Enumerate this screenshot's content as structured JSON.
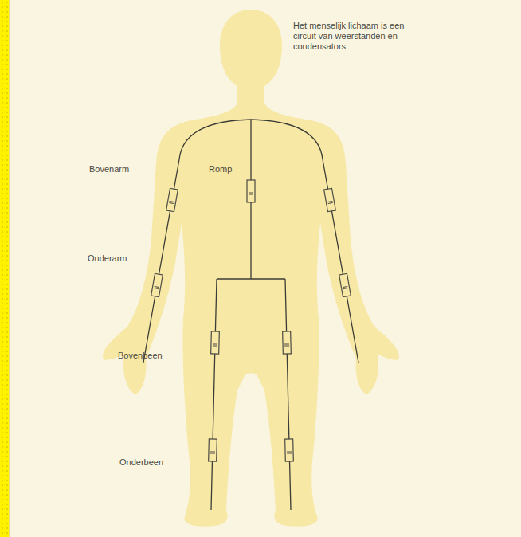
{
  "diagram": {
    "labels": [
      "Het menselijk lichaam is een circuit van weerstanden en condensators",
      "Bovenarm",
      "Romp",
      "Onderarm",
      "Bovenbeen",
      "Onderbeen"
    ]
  }
}
